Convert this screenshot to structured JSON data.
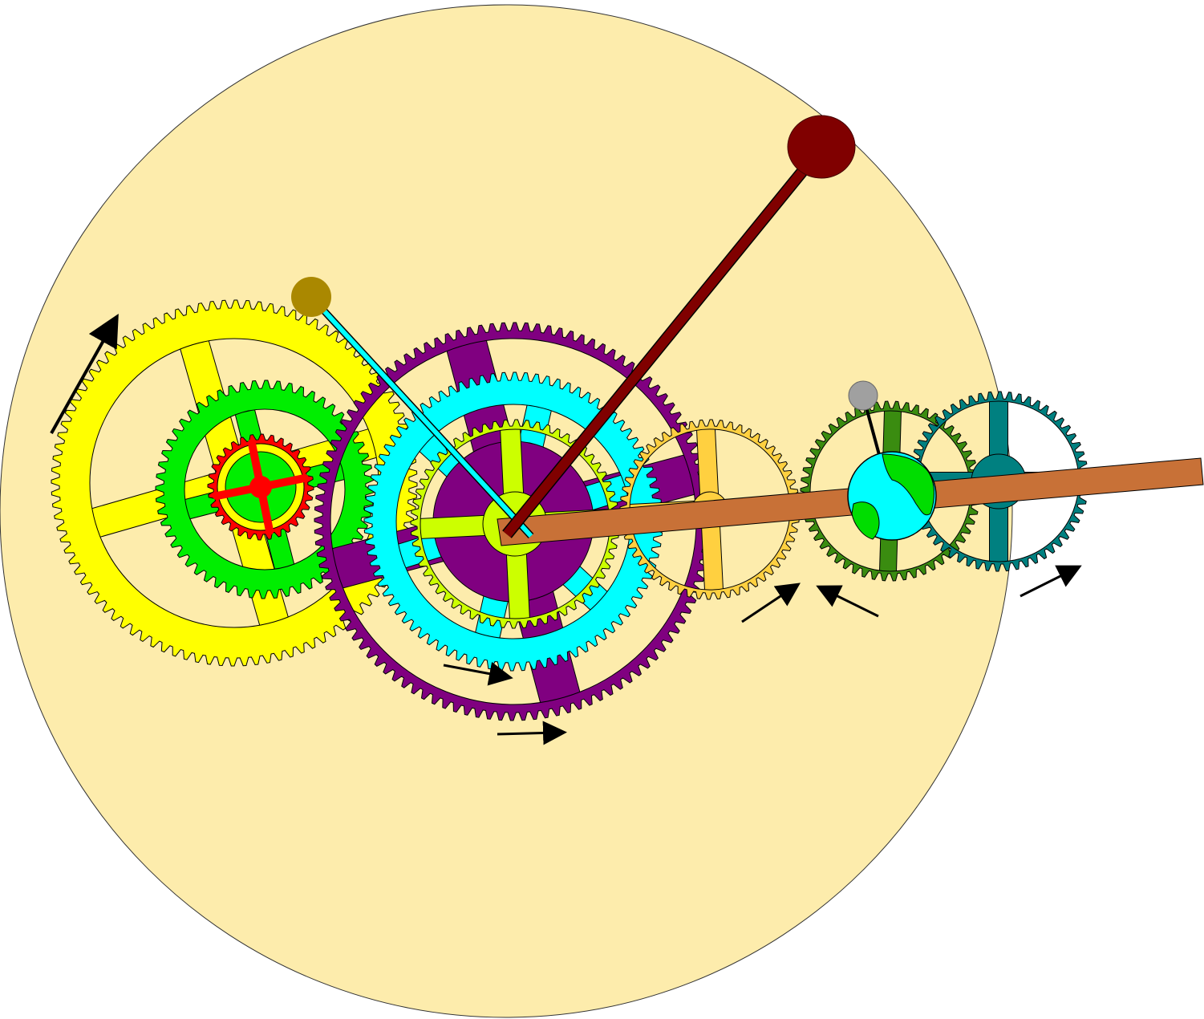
{
  "diagram": {
    "background_color": "#fdecac",
    "gears": [
      {
        "id": "yellow-large",
        "color": "#ffff00",
        "teeth": 96,
        "spokes": 4,
        "rim_width": "wide"
      },
      {
        "id": "green",
        "color": "#00ee00",
        "teeth": 56,
        "spokes": 4,
        "rim_width": "medium"
      },
      {
        "id": "red",
        "color": "#ff0000",
        "teeth": 32,
        "spokes": 4,
        "rim_width": "thin"
      },
      {
        "id": "red-inner-ring",
        "color": "#ffff00",
        "teeth": 0,
        "spokes": 0,
        "rim_width": "ring"
      },
      {
        "id": "purple",
        "color": "#800080",
        "teeth": 108,
        "spokes": 4,
        "rim_width": "thin"
      },
      {
        "id": "cyan",
        "color": "#00ffff",
        "teeth": 84,
        "spokes": 6,
        "rim_width": "wide"
      },
      {
        "id": "lime",
        "color": "#ccff00",
        "teeth": 60,
        "spokes": 4,
        "rim_width": "thin"
      },
      {
        "id": "gold",
        "color": "#ffd040",
        "teeth": 56,
        "spokes": 4,
        "rim_width": "thin"
      },
      {
        "id": "dark-green",
        "color": "#3a8c10",
        "teeth": 54,
        "spokes": 2,
        "rim_width": "thin"
      },
      {
        "id": "teal",
        "color": "#008080",
        "teeth": 56,
        "spokes": 4,
        "rim_width": "thin"
      }
    ],
    "arms": [
      {
        "id": "dark-red-pointer",
        "color": "#800000",
        "ball_color": "#800000"
      },
      {
        "id": "cyan-pointer",
        "color": "#00ffff",
        "ball_color": "#aa8800"
      },
      {
        "id": "gray-pointer",
        "color": "#000000",
        "ball_color": "#a0a0a0"
      },
      {
        "id": "copper-bar",
        "color": "#c87137"
      }
    ],
    "globe": {
      "ocean_color": "#00ffff",
      "land_color": "#00dd00"
    },
    "rotation_arrows": [
      {
        "id": "arrow-left-up"
      },
      {
        "id": "arrow-bottom-1"
      },
      {
        "id": "arrow-bottom-2"
      },
      {
        "id": "arrow-gold"
      },
      {
        "id": "arrow-dark-green"
      },
      {
        "id": "arrow-teal"
      }
    ]
  }
}
